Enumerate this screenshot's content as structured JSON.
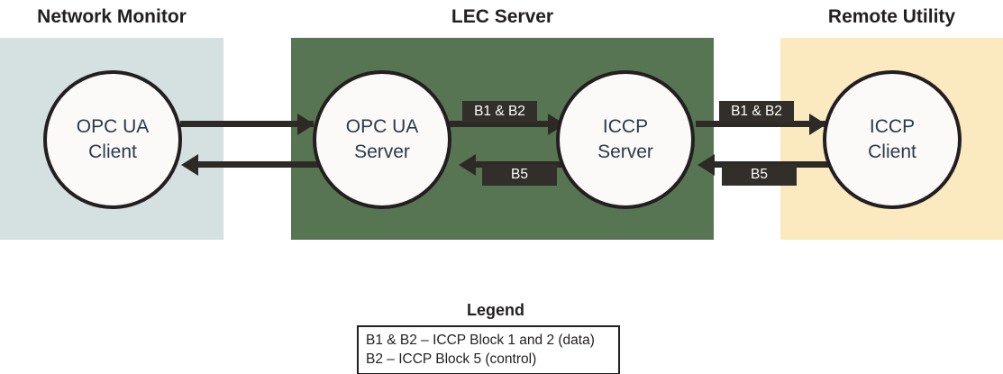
{
  "diagram": {
    "title": "LEC Server ICCP / OPC UA data flow diagram",
    "zones": [
      {
        "id": "network-monitor",
        "label": "Network Monitor",
        "color": "#d5e0e0"
      },
      {
        "id": "lec-server",
        "label": "LEC Server",
        "color": "#577552"
      },
      {
        "id": "remote-utility",
        "label": "Remote Utility",
        "color": "#fbeac0"
      }
    ],
    "nodes": [
      {
        "id": "opc-ua-client",
        "line1": "OPC UA",
        "line2": "Client",
        "zone": "network-monitor"
      },
      {
        "id": "opc-ua-server",
        "line1": "OPC UA",
        "line2": "Server",
        "zone": "lec-server"
      },
      {
        "id": "iccp-server",
        "line1": "ICCP",
        "line2": "Server",
        "zone": "lec-server"
      },
      {
        "id": "iccp-client",
        "line1": "ICCP",
        "line2": "Client",
        "zone": "remote-utility"
      }
    ],
    "flows": [
      {
        "id": "f1",
        "from": "opc-ua-client",
        "to": "opc-ua-server",
        "direction": "right",
        "label": ""
      },
      {
        "id": "f2",
        "from": "opc-ua-server",
        "to": "opc-ua-client",
        "direction": "left",
        "label": ""
      },
      {
        "id": "f3",
        "from": "opc-ua-server",
        "to": "iccp-server",
        "direction": "right",
        "label": "B1 & B2"
      },
      {
        "id": "f4",
        "from": "iccp-server",
        "to": "opc-ua-server",
        "direction": "left",
        "label": "B5"
      },
      {
        "id": "f5",
        "from": "iccp-server",
        "to": "iccp-client",
        "direction": "right",
        "label": "B1 & B2"
      },
      {
        "id": "f6",
        "from": "iccp-client",
        "to": "iccp-server",
        "direction": "left",
        "label": "B5"
      }
    ],
    "legend": {
      "title": "Legend",
      "rows": [
        "B1 & B2 – ICCP Block 1 and 2 (data)",
        "B2 – ICCP Block 5 (control)"
      ]
    },
    "colors": {
      "zone_network": "#d5e0e0",
      "zone_lec": "#577552",
      "zone_remote": "#fbeac0",
      "arrow": "#2d2a26",
      "label_chip_bg": "#322e29",
      "label_chip_text": "#ffffff",
      "node_fill": "#fbfaf8",
      "node_stroke": "#231f20",
      "node_text": "#2b3a4a"
    }
  }
}
